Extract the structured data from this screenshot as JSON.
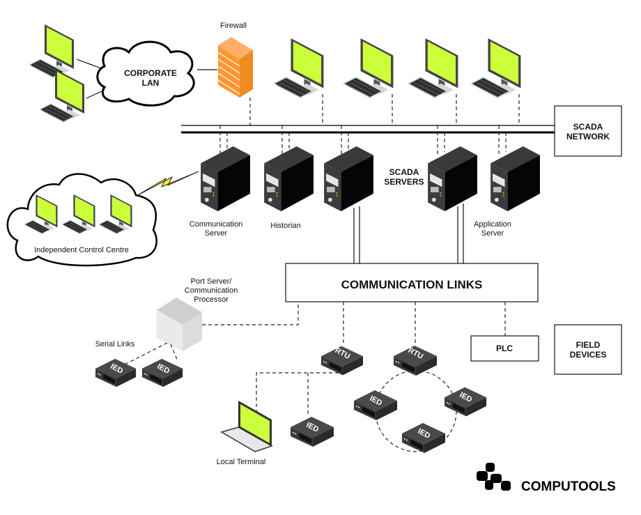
{
  "labels": {
    "firewall": "Firewall",
    "corporate_lan": [
      "CORPORATE",
      "LAN"
    ],
    "scada_network": [
      "SCADA",
      "NETWORK"
    ],
    "scada_servers": [
      "SCADA",
      "SERVERS"
    ],
    "communication_server": [
      "Communication",
      "Server"
    ],
    "historian": "Historian",
    "application_server": [
      "Application",
      "Server"
    ],
    "independent_control_centre": "Independent Control Centre",
    "communication_links": "COMMUNICATION LINKS",
    "port_server": [
      "Port Server/",
      "Communication",
      "Processor"
    ],
    "serial_links": "Serial Links",
    "plc": "PLC",
    "field_devices": [
      "FIELD",
      "DEVICES"
    ],
    "local_terminal": "Local Terminal",
    "rtu": "RTU",
    "ied": "IED"
  },
  "logo": {
    "text": "COMPUTOOLS"
  },
  "colors": {
    "screen": "#ccff3b",
    "firewall": "#ff9633",
    "lightning": "#ffe92e",
    "server_dark": "#111111",
    "device_gray": "#4a4a4a"
  }
}
